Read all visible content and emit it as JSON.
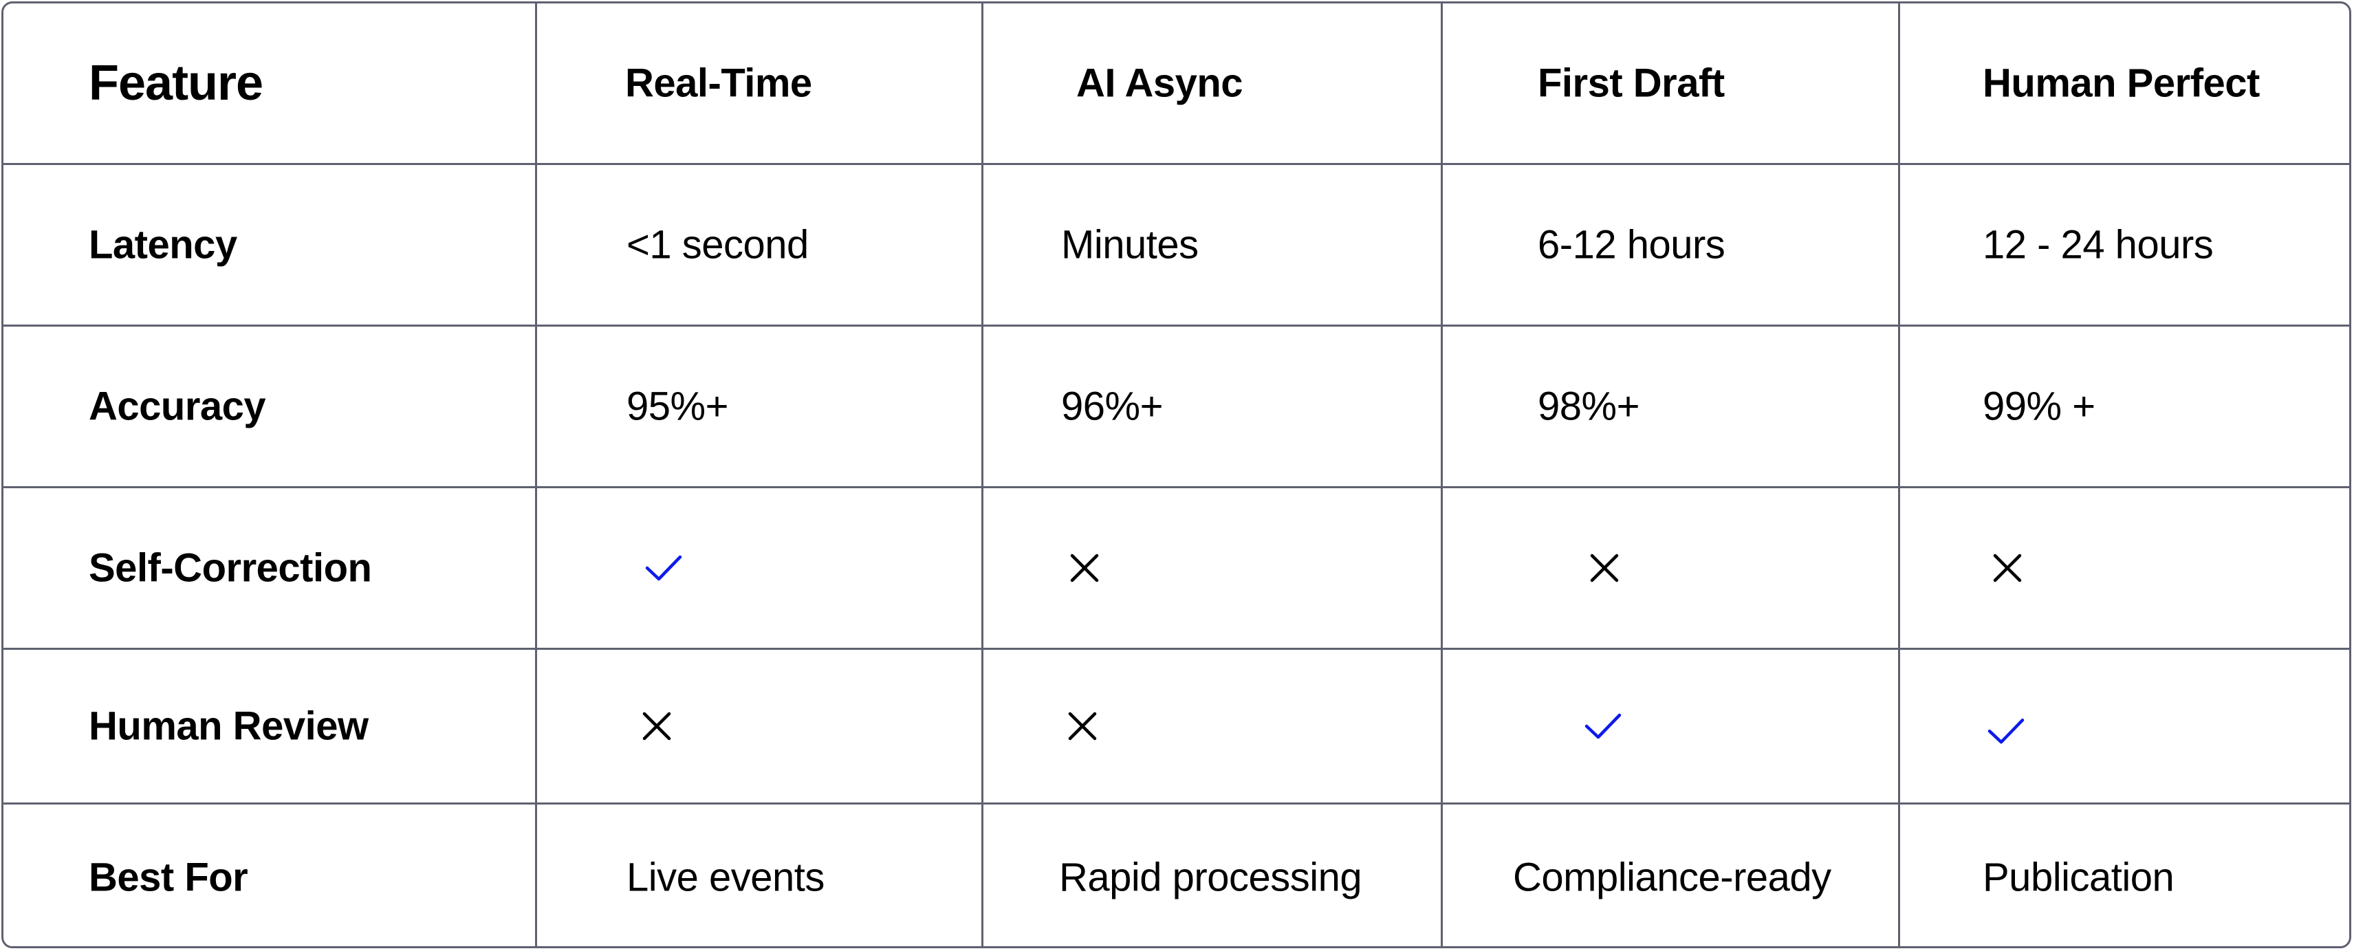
{
  "colors": {
    "border": "#5f6170",
    "check": "#0d1bea",
    "cross": "#000000",
    "text": "#000000"
  },
  "table": {
    "headers": [
      "Feature",
      "Real-Time",
      "AI Async",
      "First Draft",
      "Human Perfect"
    ],
    "rows": [
      {
        "label": "Latency",
        "cells": [
          {
            "type": "text",
            "value": "<1 second"
          },
          {
            "type": "text",
            "value": "Minutes"
          },
          {
            "type": "text",
            "value": "6-12 hours"
          },
          {
            "type": "text",
            "value": "12 - 24 hours"
          }
        ]
      },
      {
        "label": "Accuracy",
        "cells": [
          {
            "type": "text",
            "value": "95%+"
          },
          {
            "type": "text",
            "value": "96%+"
          },
          {
            "type": "text",
            "value": "98%+"
          },
          {
            "type": "text",
            "value": "99% +"
          }
        ]
      },
      {
        "label": "Self-Correction",
        "cells": [
          {
            "type": "icon",
            "icon": "check-icon"
          },
          {
            "type": "icon",
            "icon": "cross-icon"
          },
          {
            "type": "icon",
            "icon": "cross-icon"
          },
          {
            "type": "icon",
            "icon": "cross-icon"
          }
        ]
      },
      {
        "label": "Human Review",
        "cells": [
          {
            "type": "icon",
            "icon": "cross-icon"
          },
          {
            "type": "icon",
            "icon": "cross-icon"
          },
          {
            "type": "icon",
            "icon": "check-icon"
          },
          {
            "type": "icon",
            "icon": "check-icon"
          }
        ]
      },
      {
        "label": "Best For",
        "cells": [
          {
            "type": "text",
            "value": "Live events"
          },
          {
            "type": "text",
            "value": "Rapid processing"
          },
          {
            "type": "text",
            "value": "Compliance-ready"
          },
          {
            "type": "text",
            "value": "Publication"
          }
        ]
      }
    ]
  }
}
